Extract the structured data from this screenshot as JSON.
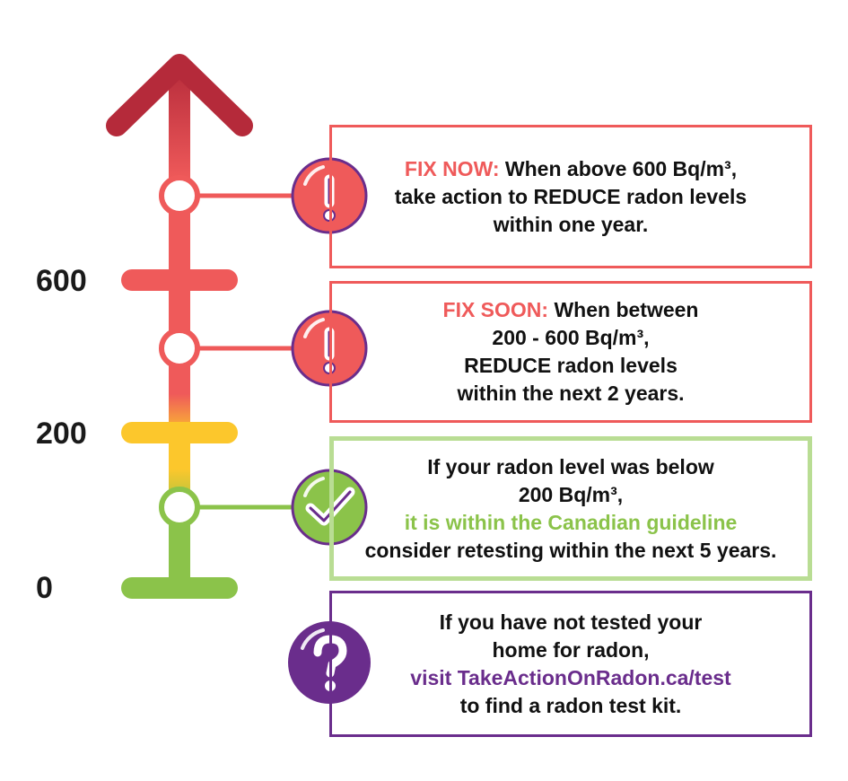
{
  "scale": {
    "labels": {
      "top": "600",
      "middle": "200",
      "bottom": "0"
    }
  },
  "boxes": {
    "fix_now": {
      "highlight": "FIX NOW:",
      "line1_rest": " When above 600 Bq/m³,",
      "line2": "take action to REDUCE radon levels",
      "line3": "within one year.",
      "icon": "exclamation-icon"
    },
    "fix_soon": {
      "highlight": "FIX SOON:",
      "line1_rest": " When between",
      "line2": "200 - 600 Bq/m³,",
      "line3": "REDUCE radon levels",
      "line4": "within the next 2 years.",
      "icon": "exclamation-icon"
    },
    "guideline": {
      "line1": "If your radon level was below",
      "line2": "200 Bq/m³,",
      "highlight": "it is within the Canadian guideline",
      "line4": "consider retesting within the next 5 years.",
      "icon": "checkmark-icon"
    },
    "test": {
      "line1": "If you have not tested your",
      "line2": "home for radon,",
      "link": "visit TakeActionOnRadon.ca/test",
      "line4": "to find a radon test kit.",
      "icon": "question-icon"
    }
  },
  "colors": {
    "red": "#ef5a5a",
    "dark_red": "#b52a3a",
    "yellow": "#fcc72c",
    "green": "#8bc34a",
    "light_green": "#b9dd94",
    "purple": "#6a2d8c"
  }
}
